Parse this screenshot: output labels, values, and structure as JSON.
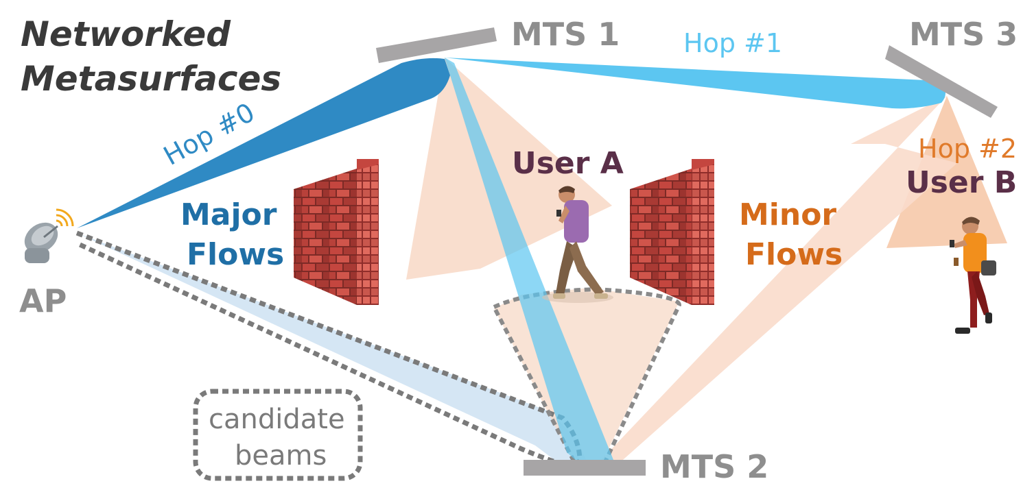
{
  "title": {
    "line1": "Networked",
    "line2": "Metasurfaces"
  },
  "nodes": {
    "ap": "AP",
    "mts1": "MTS 1",
    "mts2": "MTS 2",
    "mts3": "MTS 3",
    "user_a": "User A",
    "user_b": "User B"
  },
  "hops": {
    "hop0": "Hop #0",
    "hop1": "Hop #1",
    "hop2": "Hop #2"
  },
  "flows": {
    "major_line1": "Major",
    "major_line2": "Flows",
    "minor_line1": "Minor",
    "minor_line2": "Flows"
  },
  "candidate": {
    "line1": "candidate",
    "line2": "beams"
  },
  "colors": {
    "title": "#3a3a3a",
    "mts": "#a7a5a6",
    "mts_text": "#8e8e8e",
    "beam_dark_blue": "#2f8ac4",
    "beam_light_blue": "#5cc6f1",
    "beam_pale_blue": "#d3e5f3",
    "beam_peach": "#f9dccb",
    "major": "#1f6fa6",
    "minor": "#d56b1a",
    "user": "#5a2f48",
    "hop2": "#e07a2a",
    "dotted": "#7a7a7a",
    "brick": "#c4463f",
    "brick_dark": "#8f2d2a"
  },
  "icons": [
    "satellite-dish-icon",
    "wifi-signal-icon",
    "brick-wall-icon",
    "person-walking-icon"
  ]
}
